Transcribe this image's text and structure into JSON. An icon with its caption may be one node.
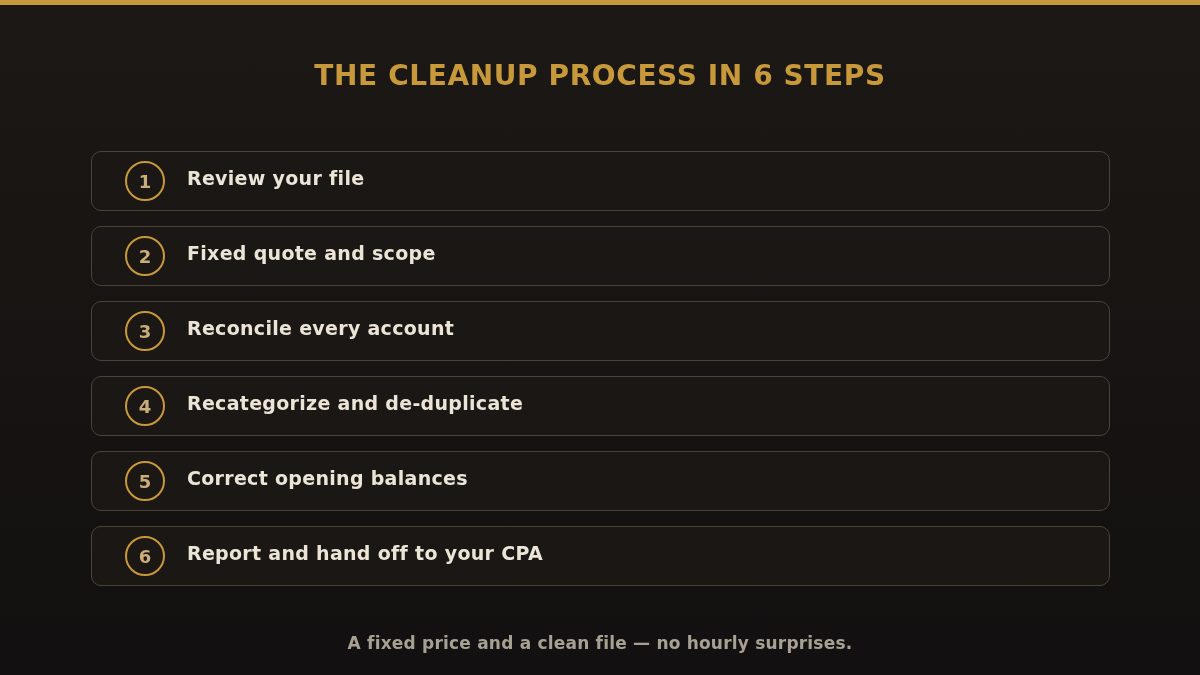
{
  "diagram": {
    "title": "THE CLEANUP PROCESS IN 6 STEPS",
    "caption": "A fixed price and a clean file — no hourly surprises.",
    "nodes": [
      {
        "text": [
          "Review your file"
        ]
      },
      {
        "text": [
          "1"
        ],
        "in": 0
      },
      {
        "text": [
          "Fixed quote and scope"
        ]
      },
      {
        "text": [
          "2"
        ],
        "in": 2
      },
      {
        "text": [
          "Reconcile every account"
        ]
      },
      {
        "text": [
          "3"
        ],
        "in": 4
      },
      {
        "text": [
          "Recategorize and de-duplicate"
        ]
      },
      {
        "text": [
          "4"
        ],
        "in": 6
      },
      {
        "text": [
          "Correct opening balances"
        ]
      },
      {
        "text": [
          "5"
        ],
        "in": 8
      },
      {
        "text": [
          "Report and hand off to your CPA"
        ]
      },
      {
        "text": [
          "6"
        ],
        "in": 10
      }
    ],
    "edges": []
  }
}
